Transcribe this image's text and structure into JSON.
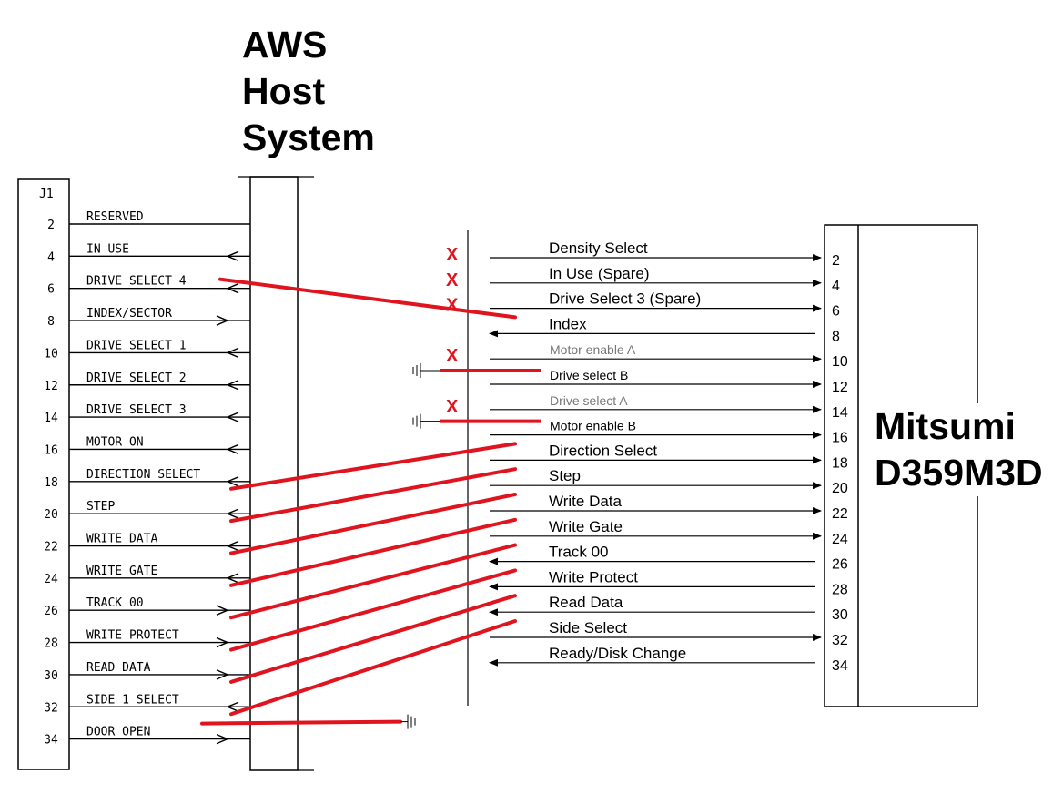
{
  "host": {
    "title_lines": [
      "AWS",
      "Host",
      "System"
    ],
    "connector_label": "J1",
    "pins": [
      {
        "pin": "2",
        "signal": "RESERVED",
        "dir": "none"
      },
      {
        "pin": "4",
        "signal": "IN USE",
        "dir": "left"
      },
      {
        "pin": "6",
        "signal": "DRIVE SELECT 4",
        "dir": "left"
      },
      {
        "pin": "8",
        "signal": "INDEX/SECTOR",
        "dir": "right"
      },
      {
        "pin": "10",
        "signal": "DRIVE SELECT 1",
        "dir": "left"
      },
      {
        "pin": "12",
        "signal": "DRIVE SELECT 2",
        "dir": "left"
      },
      {
        "pin": "14",
        "signal": "DRIVE SELECT 3",
        "dir": "left"
      },
      {
        "pin": "16",
        "signal": "MOTOR ON",
        "dir": "left"
      },
      {
        "pin": "18",
        "signal": "DIRECTION SELECT",
        "dir": "left"
      },
      {
        "pin": "20",
        "signal": "STEP",
        "dir": "left"
      },
      {
        "pin": "22",
        "signal": "WRITE DATA",
        "dir": "left"
      },
      {
        "pin": "24",
        "signal": "WRITE GATE",
        "dir": "left"
      },
      {
        "pin": "26",
        "signal": "TRACK 00",
        "dir": "right"
      },
      {
        "pin": "28",
        "signal": "WRITE PROTECT",
        "dir": "right"
      },
      {
        "pin": "30",
        "signal": "READ DATA",
        "dir": "right"
      },
      {
        "pin": "32",
        "signal": "SIDE 1 SELECT",
        "dir": "left"
      },
      {
        "pin": "34",
        "signal": "DOOR OPEN",
        "dir": "right"
      }
    ]
  },
  "drive": {
    "title_lines": [
      "Mitsumi",
      "D359M3D"
    ],
    "signals": [
      {
        "pin": "2",
        "signal": "Density Select",
        "dir": "right",
        "unused": true,
        "style": "normal"
      },
      {
        "pin": "4",
        "signal": "In Use (Spare)",
        "dir": "right",
        "unused": true,
        "style": "normal"
      },
      {
        "pin": "6",
        "signal": "Drive Select 3 (Spare)",
        "dir": "right",
        "unused": true,
        "style": "normal"
      },
      {
        "pin": "8",
        "signal": "Index",
        "dir": "left",
        "unused": false,
        "style": "normal"
      },
      {
        "pin": "10",
        "signal": "Motor enable A",
        "dir": "right",
        "unused": true,
        "style": "faded"
      },
      {
        "pin": "12",
        "signal": "Drive select B",
        "dir": "right",
        "unused": false,
        "style": "small",
        "grounded": true
      },
      {
        "pin": "14",
        "signal": "Drive select A",
        "dir": "right",
        "unused": true,
        "style": "faded"
      },
      {
        "pin": "16",
        "signal": "Motor enable B",
        "dir": "right",
        "unused": false,
        "style": "small",
        "grounded": true
      },
      {
        "pin": "18",
        "signal": "Direction Select",
        "dir": "right",
        "unused": false,
        "style": "normal"
      },
      {
        "pin": "20",
        "signal": "Step",
        "dir": "right",
        "unused": false,
        "style": "normal"
      },
      {
        "pin": "22",
        "signal": "Write Data",
        "dir": "right",
        "unused": false,
        "style": "normal"
      },
      {
        "pin": "24",
        "signal": "Write Gate",
        "dir": "right",
        "unused": false,
        "style": "normal"
      },
      {
        "pin": "26",
        "signal": "Track 00",
        "dir": "left",
        "unused": false,
        "style": "normal"
      },
      {
        "pin": "28",
        "signal": "Write Protect",
        "dir": "left",
        "unused": false,
        "style": "normal"
      },
      {
        "pin": "30",
        "signal": "Read Data",
        "dir": "left",
        "unused": false,
        "style": "normal"
      },
      {
        "pin": "32",
        "signal": "Side Select",
        "dir": "right",
        "unused": false,
        "style": "normal"
      },
      {
        "pin": "34",
        "signal": "Ready/Disk Change",
        "dir": "left",
        "unused": false,
        "style": "normal"
      }
    ],
    "unused_mark": "X"
  },
  "connections": [
    {
      "host_pin": "6",
      "drive_pin": "8"
    },
    {
      "host_pin": "18",
      "drive_pin": "18"
    },
    {
      "host_pin": "20",
      "drive_pin": "20"
    },
    {
      "host_pin": "22",
      "drive_pin": "22"
    },
    {
      "host_pin": "24",
      "drive_pin": "24"
    },
    {
      "host_pin": "26",
      "drive_pin": "26"
    },
    {
      "host_pin": "28",
      "drive_pin": "28"
    },
    {
      "host_pin": "30",
      "drive_pin": "30"
    },
    {
      "host_pin": "32",
      "drive_pin": "32"
    },
    {
      "host_pin": "34",
      "drive_pin": "GND"
    }
  ],
  "colors": {
    "wire": "#e0141e",
    "unused_mark": "#e0141e",
    "line": "#000000",
    "faded_text": "#777777"
  }
}
